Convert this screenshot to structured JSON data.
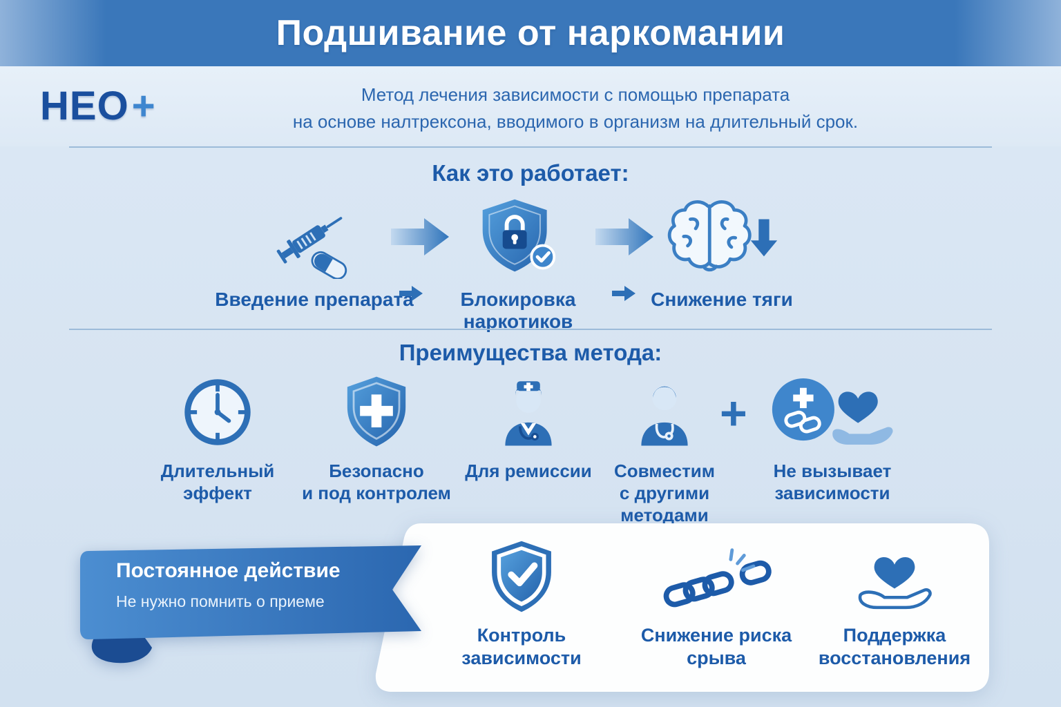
{
  "header": {
    "title": "Подшивание от наркомании"
  },
  "intro": {
    "logo_text": "НЕО",
    "logo_plus": "+",
    "description": "Метод лечения зависимости с помощью препарата\nна основе налтрексона, вводимого в организм на длительный срок."
  },
  "how_it_works": {
    "title": "Как это работает:",
    "steps": [
      {
        "icon": "syringe-capsule-icon",
        "label": "Введение препарата"
      },
      {
        "icon": "shield-lock-icon",
        "label": "Блокировка наркотиков"
      },
      {
        "icon": "brain-decrease-icon",
        "label": "Снижение тяги"
      }
    ]
  },
  "advantages": {
    "title": "Преимущества метода:",
    "plus_sign": "+",
    "items": [
      {
        "icon": "clock-icon",
        "label": "Длительный эффект"
      },
      {
        "icon": "shield-cross-icon",
        "label": "Безопасно\nи под контролем"
      },
      {
        "icon": "doctor-icon",
        "label": "Для ремиссии"
      },
      {
        "icon": "medic-stethoscope-icon",
        "label": "Совместим\nс другими\nметодами"
      },
      {
        "icon": "no-addiction-icon",
        "label": "Не вызывает\nзависимости"
      }
    ]
  },
  "permanent_effect": {
    "title": "Постоянное действие",
    "subtitle": "Не нужно помнить о приеме"
  },
  "benefits": {
    "items": [
      {
        "icon": "shield-check-icon",
        "label": "Контроль зависимости"
      },
      {
        "icon": "broken-chain-icon",
        "label": "Снижение риска срыва"
      },
      {
        "icon": "hand-heart-icon",
        "label": "Поддержка\nвосстановления"
      }
    ]
  },
  "colors": {
    "header_blue": "#3a77ba",
    "accent_blue": "#2d6fb6",
    "text_blue": "#1d5ba9",
    "background": "#d9e6f3",
    "card_white": "#fdfefe"
  }
}
